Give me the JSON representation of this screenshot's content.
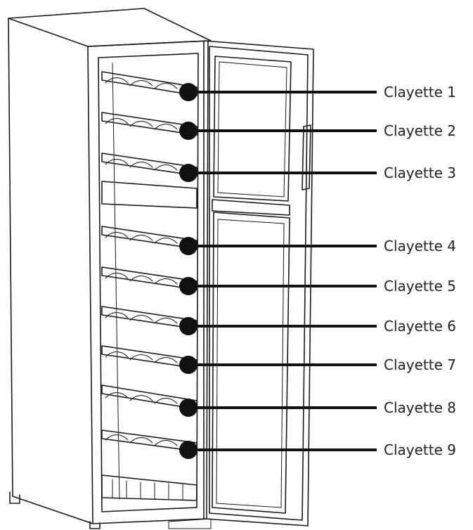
{
  "callouts": [
    {
      "label": "Clayette 1"
    },
    {
      "label": "Clayette 2"
    },
    {
      "label": "Clayette 3"
    },
    {
      "label": "Clayette 4"
    },
    {
      "label": "Clayette 5"
    },
    {
      "label": "Clayette 6"
    },
    {
      "label": "Clayette 7"
    },
    {
      "label": "Clayette 8"
    },
    {
      "label": "Clayette 9"
    }
  ]
}
